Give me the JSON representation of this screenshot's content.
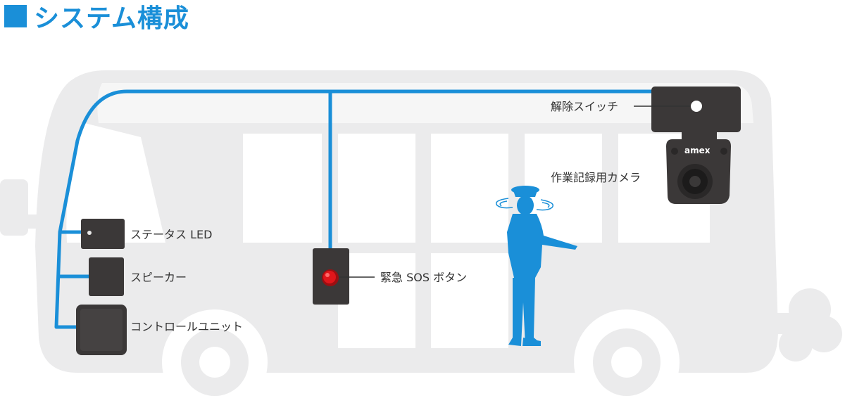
{
  "title": "システム構成",
  "colors": {
    "accent": "#1a8fd8",
    "bus_body": "#ebebec",
    "bus_windows": "#ffffff",
    "device_dark": "#3b3838",
    "sos_red": "#e0161b"
  },
  "components": {
    "status_led": "ステータス LED",
    "speaker": "スピーカー",
    "control_unit": "コントロールユニット",
    "sos_button": "緊急 SOS ボタン",
    "release_switch": "解除スイッチ",
    "camera": "作業記録用カメラ",
    "camera_brand": "amex"
  },
  "icons": {
    "driver": "driver-figure-icon",
    "bus": "bus-silhouette-icon",
    "motion": "head-motion-icon"
  }
}
